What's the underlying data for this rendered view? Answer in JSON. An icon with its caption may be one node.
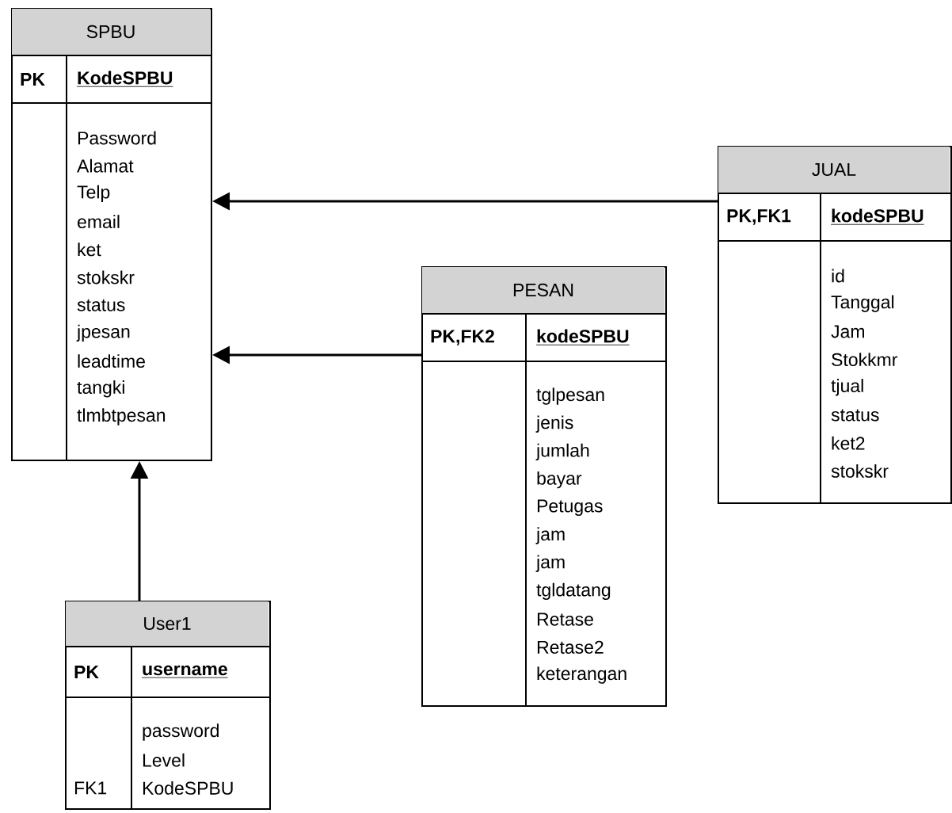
{
  "diagram": {
    "nodes": [
      {
        "text": [
          "SPBU",
          "PK",
          "KodeSPBU",
          "Password",
          "Alamat",
          "Telp",
          "email",
          "ket",
          "stokskr",
          "status",
          "jpesan",
          "leadtime",
          "tangki",
          "tlmbtpesan"
        ]
      },
      {
        "text": [
          "JUAL",
          "PK,FK1",
          "kodeSPBU",
          "id",
          "Tanggal",
          "Jam",
          "Stokkmr",
          "tjual",
          "status",
          "ket2",
          "stokskr"
        ]
      },
      {
        "text": [
          "PESAN",
          "PK,FK2",
          "kodeSPBU",
          "tglpesan",
          "jenis",
          "jumlah",
          "bayar",
          "Petugas",
          "jam",
          "jam",
          "tgldatang",
          "Retase",
          "Retase2",
          "keterangan"
        ]
      },
      {
        "text": [
          "User1",
          "PK",
          "username",
          "password",
          "Level",
          "FK1",
          "KodeSPBU"
        ]
      }
    ],
    "edges": [
      {
        "from": 1,
        "to": 0,
        "arrow": "to"
      },
      {
        "from": 2,
        "to": 0,
        "arrow": "to"
      },
      {
        "from": 3,
        "to": 0,
        "arrow": "to"
      }
    ]
  }
}
